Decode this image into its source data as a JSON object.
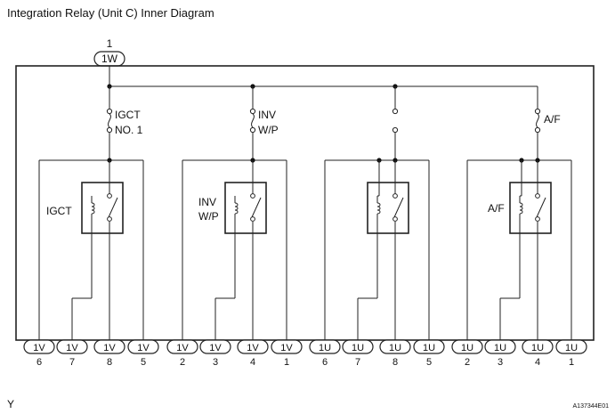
{
  "title": "Integration Relay (Unit C) Inner Diagram",
  "top_connector": {
    "pin": "1",
    "label": "1W"
  },
  "fuses": [
    {
      "name": "fuse-igct-no1",
      "label1": "IGCT",
      "label2": "NO. 1"
    },
    {
      "name": "fuse-inv-wp",
      "label1": "INV",
      "label2": "W/P"
    },
    {
      "name": "fuse-unlabeled",
      "label1": "",
      "label2": ""
    },
    {
      "name": "fuse-af",
      "label1": "A/F",
      "label2": ""
    }
  ],
  "relays": [
    {
      "name": "relay-igct",
      "label1": "IGCT",
      "label2": ""
    },
    {
      "name": "relay-inv-wp",
      "label1": "INV",
      "label2": "W/P"
    },
    {
      "name": "relay-unlabeled",
      "label1": "",
      "label2": ""
    },
    {
      "name": "relay-af",
      "label1": "A/F",
      "label2": ""
    }
  ],
  "bottom_connectors": [
    {
      "label": "1V",
      "pin": "6"
    },
    {
      "label": "1V",
      "pin": "7"
    },
    {
      "label": "1V",
      "pin": "8"
    },
    {
      "label": "1V",
      "pin": "5"
    },
    {
      "label": "1V",
      "pin": "2"
    },
    {
      "label": "1V",
      "pin": "3"
    },
    {
      "label": "1V",
      "pin": "4"
    },
    {
      "label": "1V",
      "pin": "1"
    },
    {
      "label": "1U",
      "pin": "6"
    },
    {
      "label": "1U",
      "pin": "7"
    },
    {
      "label": "1U",
      "pin": "8"
    },
    {
      "label": "1U",
      "pin": "5"
    },
    {
      "label": "1U",
      "pin": "2"
    },
    {
      "label": "1U",
      "pin": "3"
    },
    {
      "label": "1U",
      "pin": "4"
    },
    {
      "label": "1U",
      "pin": "1"
    }
  ],
  "footer_left": "Y",
  "footer_right": "A137344E01"
}
